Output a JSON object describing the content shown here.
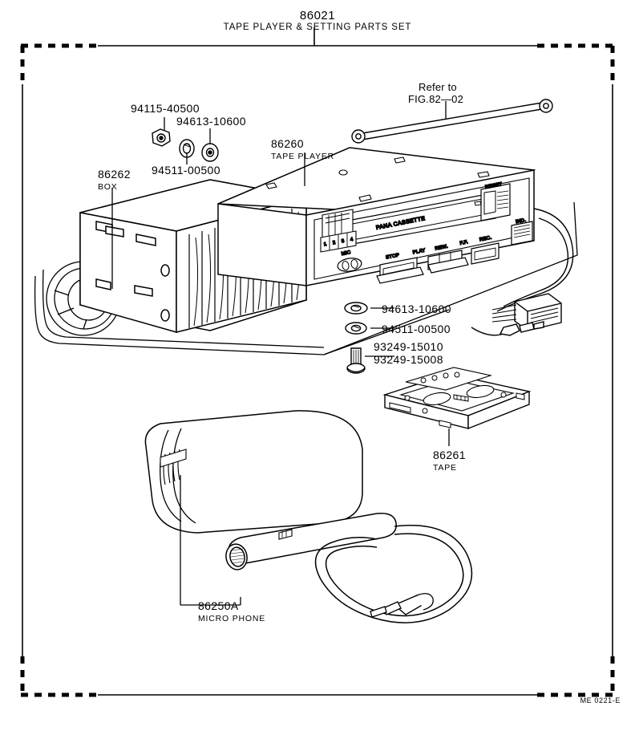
{
  "diagram": {
    "title_number": "86021",
    "title_name": "TAPE PLAYER & SETTING PARTS SET",
    "footer_code": "ME 0221-E",
    "border_style": "dashed-corner frame"
  },
  "callouts": [
    {
      "id": "nut",
      "number": "94115-40500",
      "name": ""
    },
    {
      "id": "washer-plate",
      "number": "94613-10600",
      "name": ""
    },
    {
      "id": "spring-washer",
      "number": "94511-00500",
      "name": ""
    },
    {
      "id": "tape-player",
      "number": "86260",
      "name": "TAPE PLAYER"
    },
    {
      "id": "box",
      "number": "86262",
      "name": "BOX"
    },
    {
      "id": "washer-plate-2",
      "number": "94613-10600",
      "name": ""
    },
    {
      "id": "spring-washer-2",
      "number": "94511-00500",
      "name": ""
    },
    {
      "id": "bolt-a",
      "number": "93249-15010",
      "name": ""
    },
    {
      "id": "bolt-b",
      "number": "93249-15008",
      "name": ""
    },
    {
      "id": "tape",
      "number": "86261",
      "name": "TAPE"
    },
    {
      "id": "microphone",
      "number": "86250A",
      "name": "MICRO PHONE"
    }
  ],
  "reference": {
    "line1": "Refer to",
    "line2": "FIG.82—02"
  },
  "player_face": {
    "brand": "PANA CASSETTE",
    "reset": "RESET",
    "indicator": "IND.",
    "mic": "MIC",
    "buttons": [
      "STOP",
      "PLAY",
      "REW.",
      "F.F.",
      "REC."
    ],
    "preset_numbers": [
      "1",
      "2",
      "3",
      "4"
    ]
  }
}
